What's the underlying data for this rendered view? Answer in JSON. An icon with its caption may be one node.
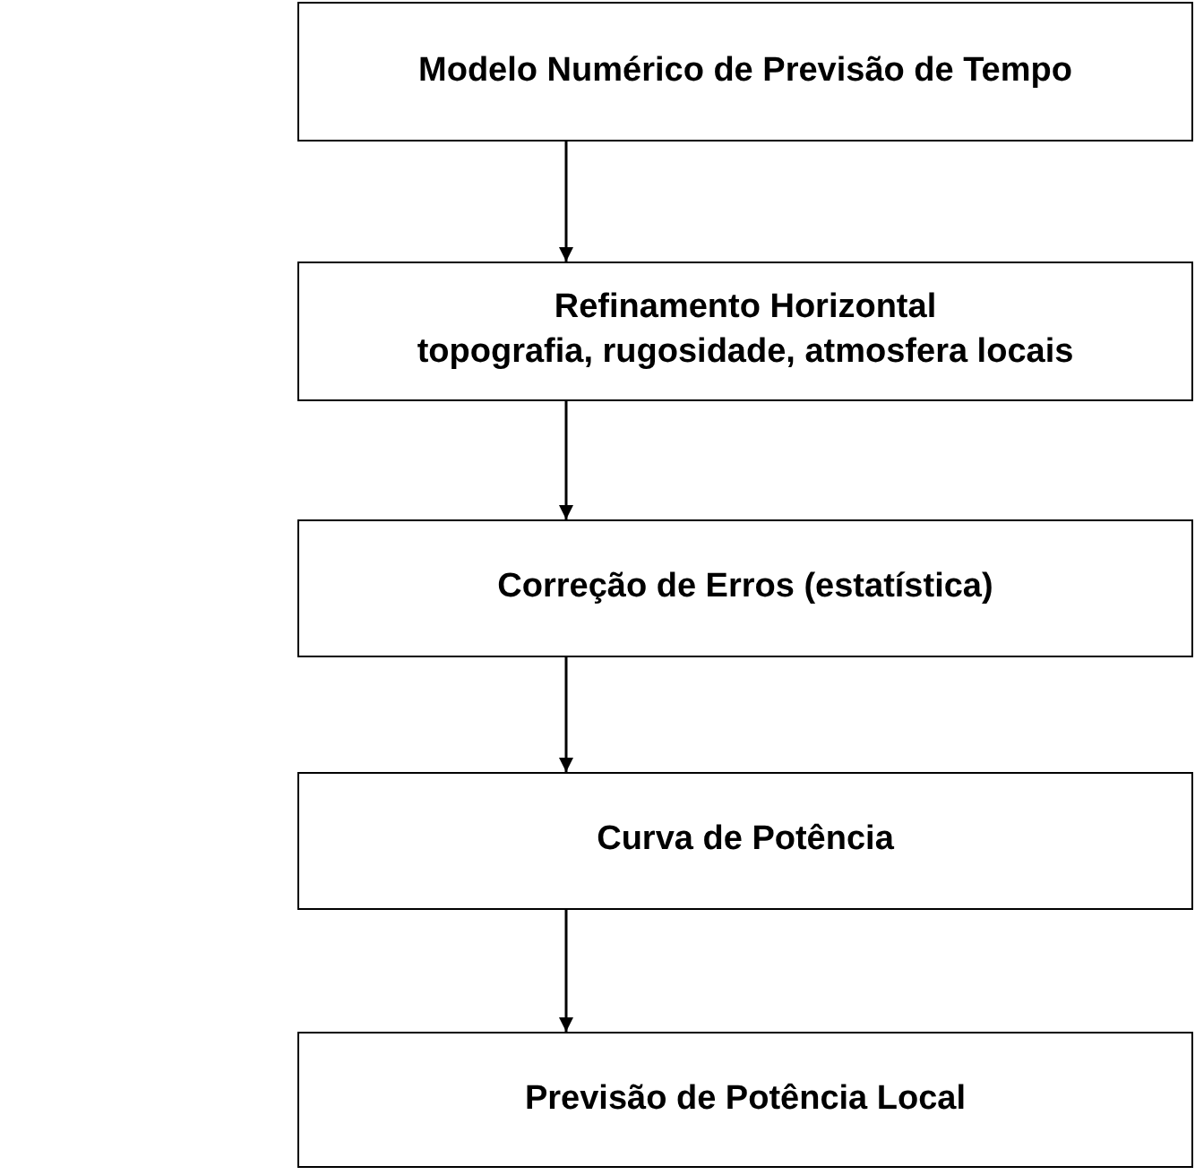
{
  "diagram": {
    "nodes": [
      {
        "text": [
          "Modelo Numérico de Previsão de Tempo"
        ]
      },
      {
        "text": [
          "Refinamento Horizontal",
          "topografia, rugosidade, atmosfera locais"
        ]
      },
      {
        "text": [
          "Correção de Erros (estatística)"
        ]
      },
      {
        "text": [
          "Curva de Potência"
        ]
      },
      {
        "text": [
          "Previsão de Potência Local"
        ]
      }
    ],
    "edges": [
      {
        "from": 0,
        "to": 1,
        "arrow": "to"
      },
      {
        "from": 1,
        "to": 2,
        "arrow": "to"
      },
      {
        "from": 2,
        "to": 3,
        "arrow": "to"
      },
      {
        "from": 3,
        "to": 4,
        "arrow": "to"
      }
    ]
  }
}
